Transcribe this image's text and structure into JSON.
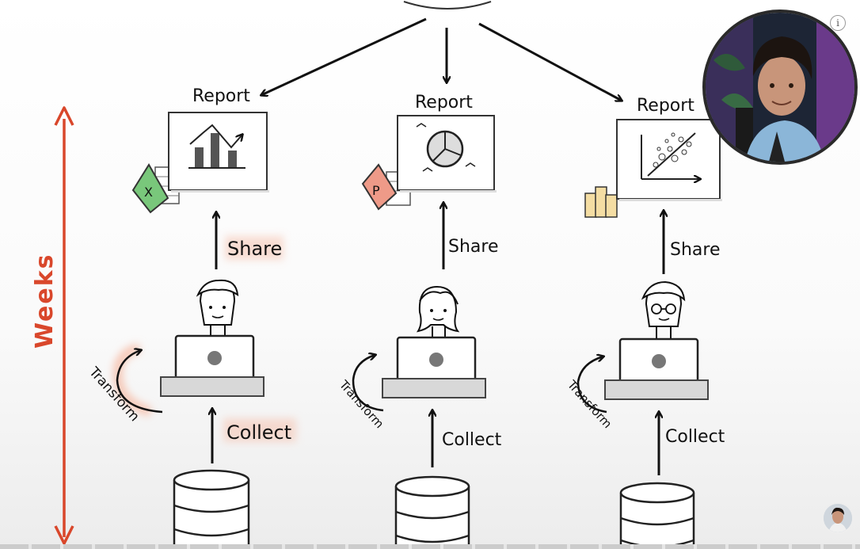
{
  "columns": [
    {
      "report_label": "Report",
      "share_label": "Share",
      "collect_label": "Collect",
      "transform_label": "Transform",
      "tool": "excel",
      "tool_letter": "X",
      "tool_color": "#79c77b"
    },
    {
      "report_label": "Report",
      "share_label": "Share",
      "collect_label": "Collect",
      "transform_label": "Transform",
      "tool": "powerpoint",
      "tool_letter": "P",
      "tool_color": "#ee9a88"
    },
    {
      "report_label": "Report",
      "share_label": "Share",
      "collect_label": "Collect",
      "transform_label": "Transform",
      "tool": "powerbi",
      "tool_letter": "",
      "tool_color": "#f4dda3"
    }
  ],
  "timeline_label": "Weeks",
  "info_badge": "i",
  "colors": {
    "accent": "#d9472b",
    "highlight": "#f6c7b6",
    "ink": "#111111"
  },
  "icons": [
    "database-icon",
    "laptop-icon",
    "person-icon",
    "bar-chart-icon",
    "pie-chart-icon",
    "scatter-chart-icon",
    "excel-icon",
    "powerpoint-icon",
    "powerbi-icon",
    "arrow-icon",
    "info-icon",
    "webcam-presenter",
    "channel-avatar"
  ]
}
